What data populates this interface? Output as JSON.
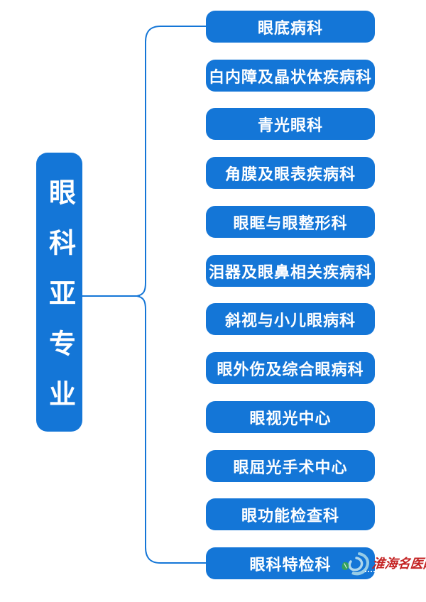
{
  "root": {
    "label": "眼科亚专业"
  },
  "branches": [
    "眼底病科",
    "白内障及晶状体疾病科",
    "青光眼科",
    "角膜及眼表疾病科",
    "眼眶与眼整形科",
    "泪器及眼鼻相关疾病科",
    "斜视与小儿眼病科",
    "眼外伤及综合眼病科",
    "眼视光中心",
    "眼屈光手术中心",
    "眼功能检查科",
    "眼科特检科"
  ],
  "watermark": {
    "site_name": "淮海名医网"
  },
  "colors": {
    "node_blue": "#1476d7",
    "connector_blue": "#1476d7",
    "text_white": "#ffffff",
    "watermark_red": "#c42323",
    "logo_cyan": "#a5d6e8",
    "logo_green": "#35a257"
  }
}
